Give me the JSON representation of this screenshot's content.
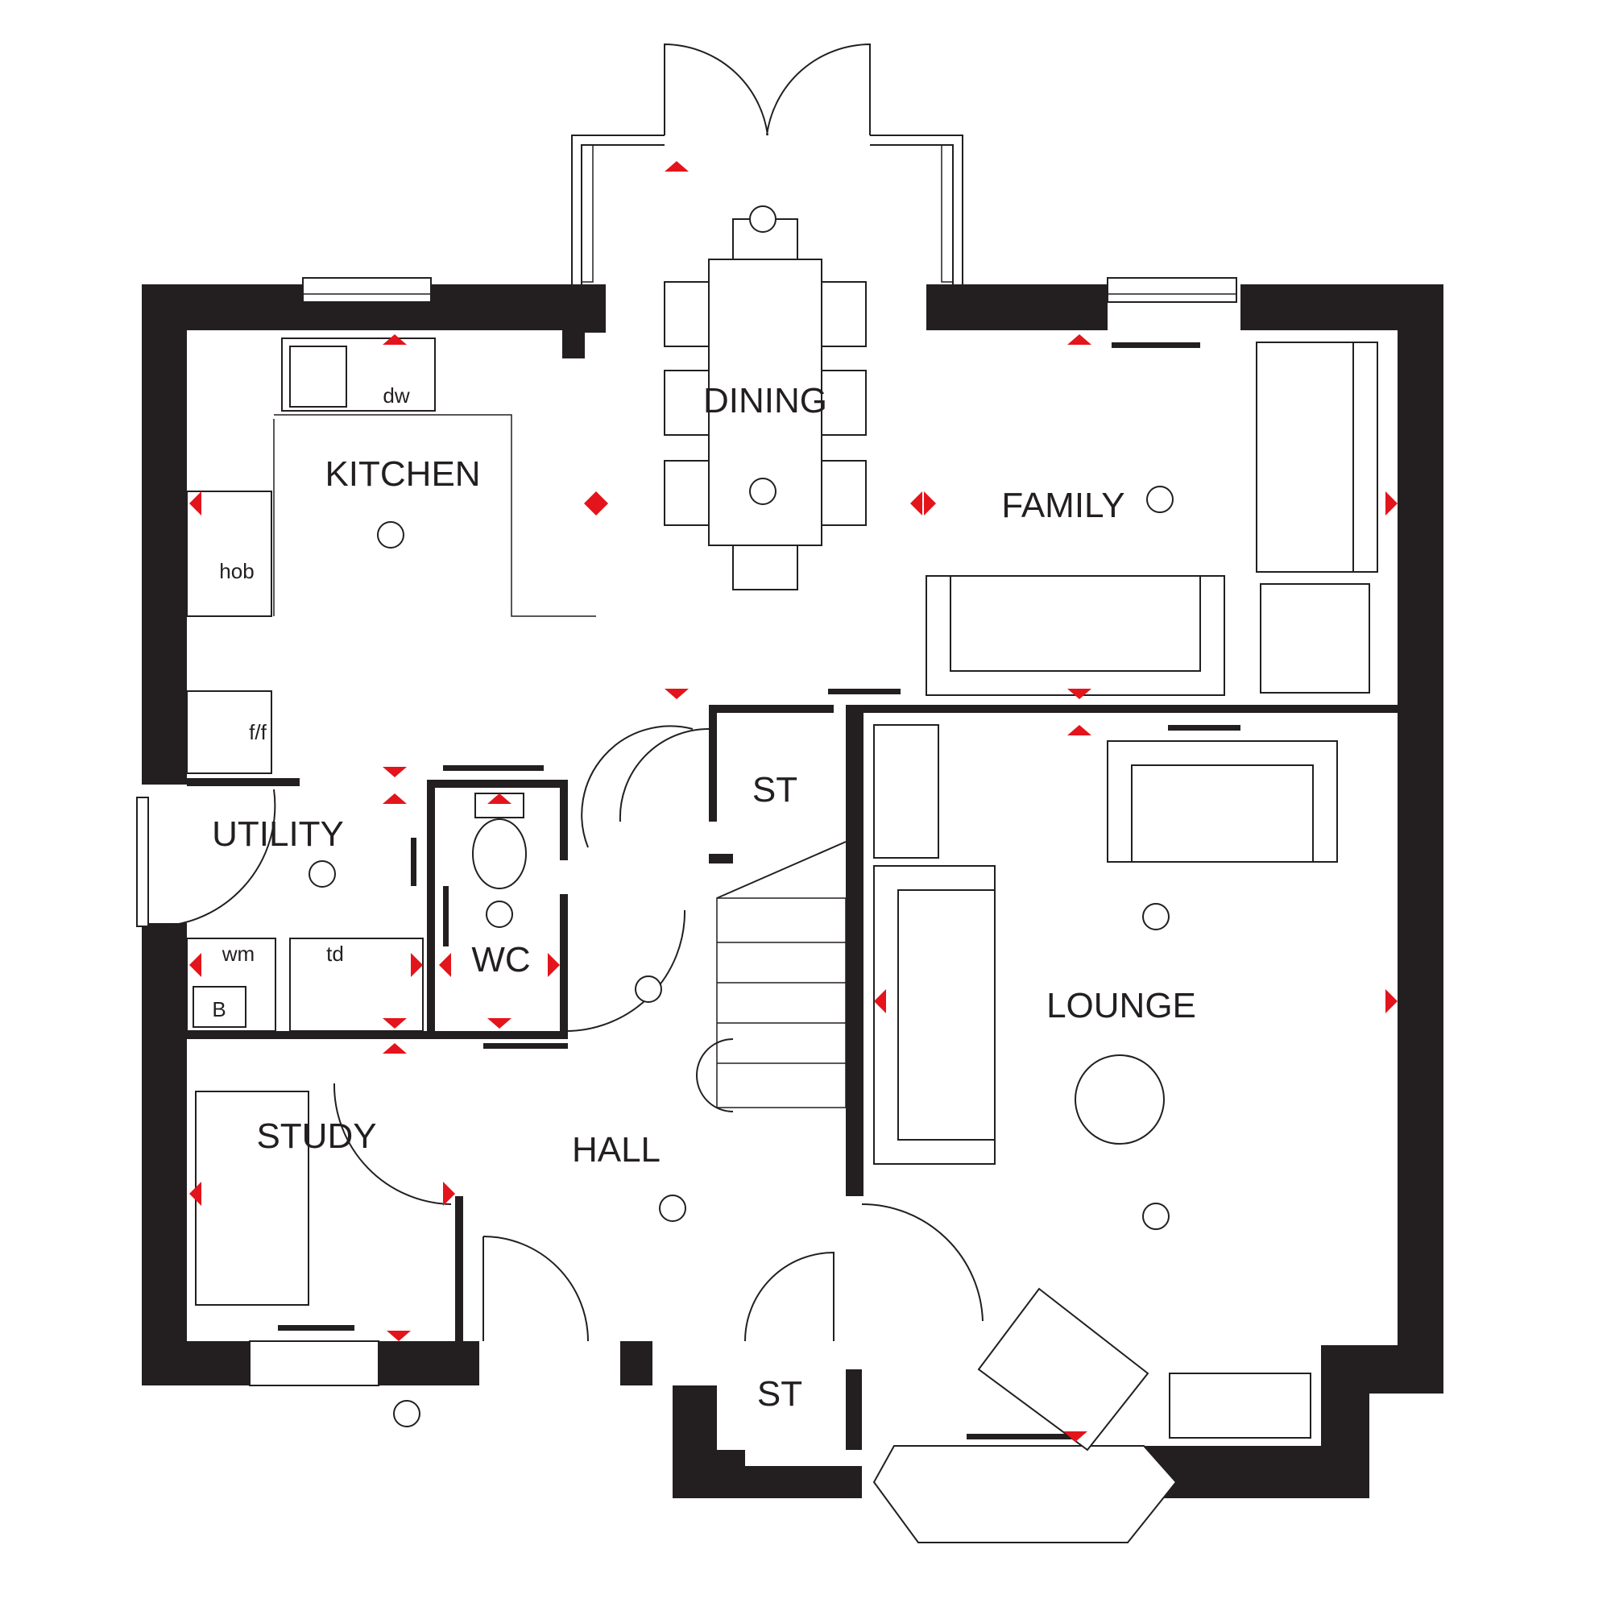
{
  "rooms": {
    "kitchen": "KITCHEN",
    "dining": "DINING",
    "family": "FAMILY",
    "utility": "UTILITY",
    "wc": "WC",
    "st_upper": "ST",
    "lounge": "LOUNGE",
    "study": "STUDY",
    "hall": "HALL",
    "st_lower": "ST"
  },
  "appliances": {
    "dishwasher": "dw",
    "hob": "hob",
    "fridge_freezer": "f/f",
    "washing_machine": "wm",
    "tumble_dryer": "td",
    "boiler": "B"
  },
  "colors": {
    "wall": "#231f20",
    "marker": "#e3141b",
    "background": "#ffffff"
  }
}
